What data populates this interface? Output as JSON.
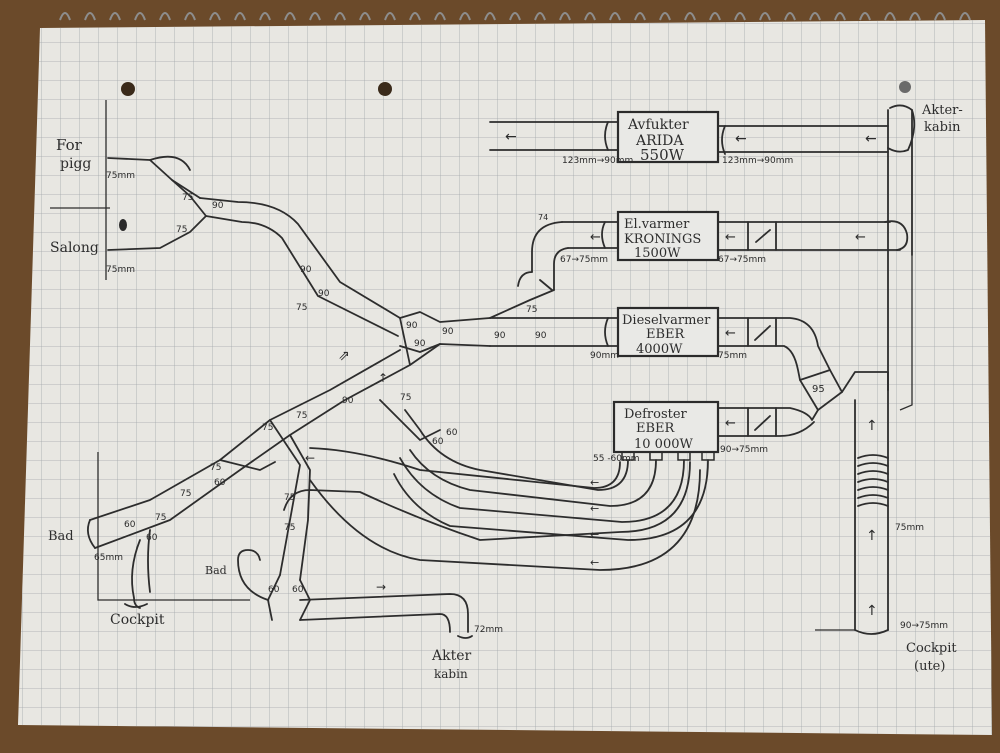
{
  "units": {
    "arida": "123mm→90mm",
    "arida_out": "123mm→90mm",
    "kronings_in": "67→75mm",
    "kronings_out": "67→75mm",
    "eber4000_in": "90mm",
    "eber4000_out": "75mm",
    "eber10000_in": "55\n-60mm",
    "eber10000_out": "90→75mm",
    "tube75": "75mm",
    "cockpit_ute_size": "90→75mm",
    "cockpit_size": "65mm",
    "akter_size": "72mm",
    "forpigg_size": "75mm",
    "salong_size": "75mm"
  },
  "devices": {
    "arida": {
      "line1": "Avfukter",
      "line2": "ARIDA",
      "line3": "550W"
    },
    "kronings": {
      "line1": "El.varmer",
      "line2": "KRONINGS",
      "line3": "1500W"
    },
    "eber4000": {
      "line1": "Dieselvarmer",
      "line2": "EBER",
      "line3": "4000W"
    },
    "eber10000": {
      "line1": "Defroster",
      "line2": "EBER",
      "line3": "10 000W"
    }
  },
  "labels": {
    "akterkabin_top1": "Akter-",
    "akterkabin_top2": "kabin",
    "forpigg1": "For",
    "forpigg2": "pigg",
    "salong": "Salong",
    "bad_left": "Bad",
    "bad_mid": "Bad",
    "cockpit": "Cockpit",
    "akterkabin_bottom1": "Akter",
    "akterkabin_bottom2": "kabin",
    "cockpit_ute1": "Cockpit",
    "cockpit_ute2": "(ute)"
  },
  "fittings": {
    "f90a": "90",
    "f90b": "90",
    "f90c": "90",
    "f90d": "90",
    "f90e": "90",
    "f90f": "90",
    "f90g": "90",
    "f90h": "90",
    "f90i": "90",
    "f75a": "75",
    "f75b": "75",
    "f75c": "75",
    "f75d": "75",
    "f75e": "75",
    "f75f": "75",
    "f75g": "75",
    "f75h": "75",
    "f75i": "75",
    "f75j": "75",
    "f75k": "75",
    "f75l": "75",
    "f60a": "60",
    "f60b": "60",
    "f60c": "60",
    "f60d": "60",
    "f60e": "60",
    "f60f": "60",
    "f60g": "60",
    "f95": "95",
    "f75mm": "75mm",
    "f74": "74"
  }
}
